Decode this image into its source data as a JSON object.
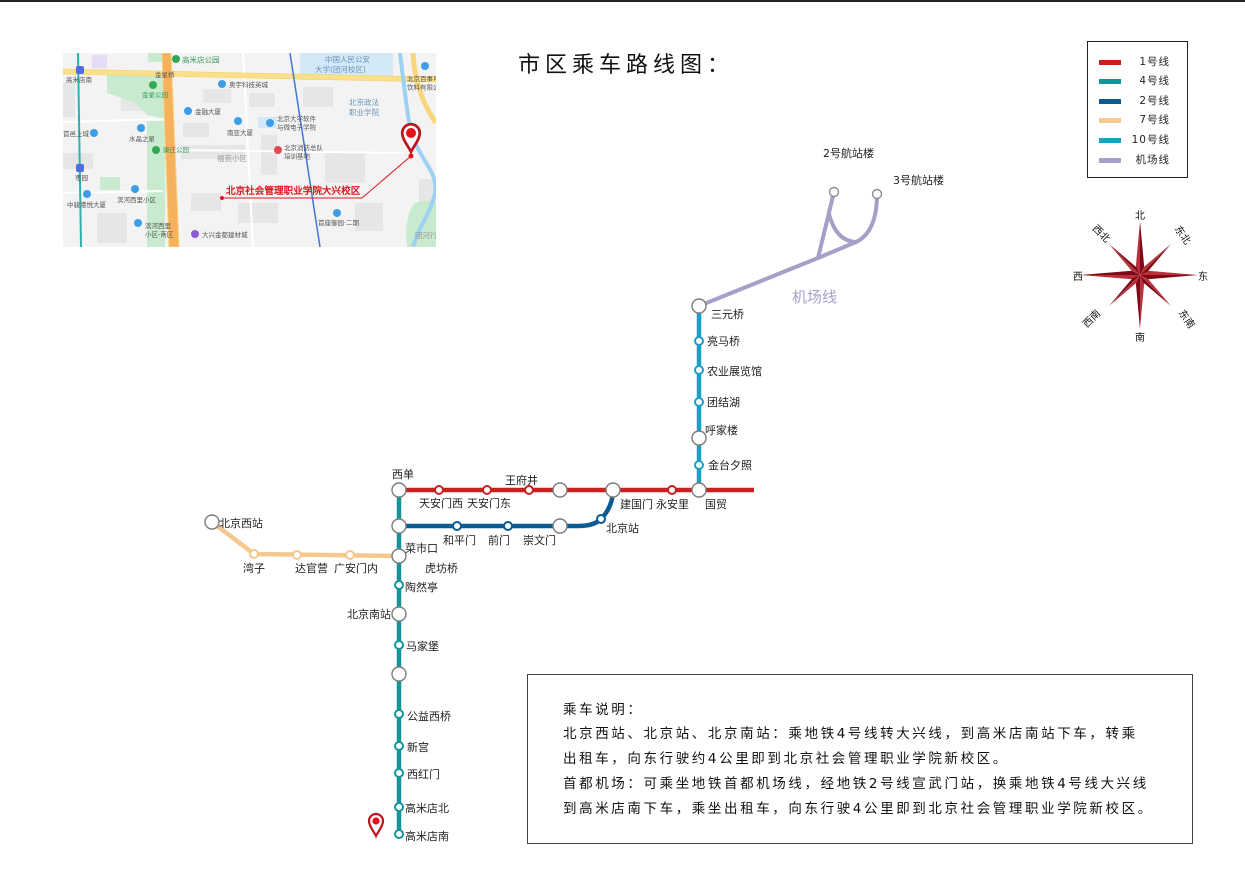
{
  "title": "市区乘车路线图：",
  "legend": {
    "items": [
      {
        "label": "1号线",
        "color": "#c8201e"
      },
      {
        "label": "4号线",
        "color": "#13949b"
      },
      {
        "label": "2号线",
        "color": "#0b5a94"
      },
      {
        "label": "7号线",
        "color": "#f6c78f"
      },
      {
        "label": "10号线",
        "color": "#1b9fc5"
      },
      {
        "label": "机场线",
        "color": "#a6a0c8"
      }
    ]
  },
  "compass": {
    "color_dark": "#7d0a16",
    "color_light": "#b8323e",
    "labels": {
      "n": "北",
      "ne": "东北",
      "e": "东",
      "se": "东南",
      "s": "南",
      "sw": "西南",
      "w": "西",
      "nw": "西北"
    }
  },
  "map_inset": {
    "campus_label": "北京社会管理职业学院大兴校区",
    "campus_color": "#e0141e",
    "pois": [
      {
        "lines": [
          "高米店南"
        ],
        "icon": "subway-icon"
      },
      {
        "lines": [
          "金星桥"
        ],
        "icon": "none"
      },
      {
        "lines": [
          "金星公园"
        ],
        "icon": "park-icon"
      },
      {
        "lines": [
          "奥宇科技英城"
        ],
        "icon": "building-icon"
      },
      {
        "lines": [
          "金融大厦"
        ],
        "icon": "building-icon"
      },
      {
        "lines": [
          "南亚大厦"
        ],
        "icon": "building-icon"
      },
      {
        "lines": [
          "北京大学软件",
          "与微电子学院"
        ],
        "icon": "school-icon"
      },
      {
        "lines": [
          "北京政法",
          "职业学院"
        ],
        "icon": "none"
      },
      {
        "lines": [
          "中国人民公安",
          "大学(团河校区)"
        ],
        "icon": "none"
      },
      {
        "lines": [
          "北京百事可",
          "饮料有限公"
        ],
        "icon": "building-icon"
      },
      {
        "lines": [
          "首邑上城"
        ],
        "icon": "building-icon"
      },
      {
        "lines": [
          "水晶之星"
        ],
        "icon": "building-icon"
      },
      {
        "lines": [
          "康庄公园"
        ],
        "icon": "park-icon"
      },
      {
        "lines": [
          "福苑小区"
        ],
        "icon": "none"
      },
      {
        "lines": [
          "北京消防总队",
          "培训基地"
        ],
        "icon": "fire-station-icon"
      },
      {
        "lines": [
          "枣园"
        ],
        "icon": "subway-icon"
      },
      {
        "lines": [
          "中骏港悦大厦"
        ],
        "icon": "building-icon"
      },
      {
        "lines": [
          "滨河西里小区"
        ],
        "icon": "building-icon"
      },
      {
        "lines": [
          "滨河西里",
          "小区-南区"
        ],
        "icon": "building-icon"
      },
      {
        "lines": [
          "大兴金都建材城"
        ],
        "icon": "shopping-icon"
      },
      {
        "lines": [
          "首座御园·二期"
        ],
        "icon": "building-icon"
      },
      {
        "lines": [
          "团河行"
        ],
        "icon": "none"
      },
      {
        "lines": [
          "高米店公园"
        ],
        "icon": "park-icon"
      }
    ]
  },
  "stations": {
    "sanyuanqiao": "三元桥",
    "liangmaqiao": "亮马桥",
    "nongzhanguan": "农业展览馆",
    "tuanjiehu": "团结湖",
    "hujialou": "呼家楼",
    "jintaixizhao": "金台夕照",
    "guomao": "国贸",
    "xidan": "西单",
    "tiananmenxi": "天安门西",
    "tiananmendong": "天安门东",
    "wangfujing": "王府井",
    "jianguomen": "建国门",
    "yonganli": "永安里",
    "hepingmen": "和平门",
    "qianmen": "前门",
    "chongwenmen": "崇文门",
    "beijingzhan": "北京站",
    "beijingxizhan": "北京西站",
    "wanzi": "湾子",
    "daguanying": "达官营",
    "guanganmennei": "广安门内",
    "caishikou": "菜市口",
    "hufangqiao": "虎坊桥",
    "taoranting": "陶然亭",
    "beijingnanzhan": "北京南站",
    "majiapu": "马家堡",
    "gongyixiqiao": "公益西桥",
    "xingong": "新宫",
    "xihongmen": "西红门",
    "gaomidianbei": "高米店北",
    "gaomidiannan": "高米店南",
    "t2": "2号航站楼",
    "t3": "3号航站楼"
  },
  "airport_line": {
    "label": "机场线"
  },
  "markers": {
    "pin_color": "#c0141c"
  },
  "notes": {
    "lines": [
      "乘车说明：",
      "北京西站、北京站、北京南站：乘地铁4号线转大兴线，到高米店南站下车，转乘",
      "出租车，向东行驶约4公里即到北京社会管理职业学院新校区。",
      "首都机场：可乘坐地铁首都机场线，经地铁2号线宣武门站，换乘地铁4号线大兴线",
      "到高米店南下车，乘坐出租车，向东行驶4公里即到北京社会管理职业学院新校区。"
    ]
  }
}
